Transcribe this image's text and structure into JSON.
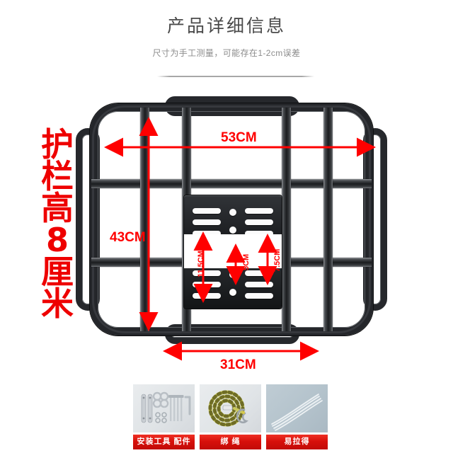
{
  "header": {
    "title": "产品详细信息",
    "subtitle": "尺寸为手工测量，可能存在1-2cm误差"
  },
  "vertical_caption": {
    "text": "护栏高8厘米",
    "color": "#ee0000"
  },
  "product": {
    "name": "后货架 / 载物架",
    "color": "#24262a"
  },
  "dimensions": {
    "accent_color": "#ff0000",
    "width_label": "53CM",
    "height_label": "43CM",
    "bottom_width_label": "31CM",
    "plate_outer_label": "11.5CM",
    "plate_inner_label": "5CM",
    "plate_mid_label": "7.5CM"
  },
  "accessories": [
    {
      "caption": "安装工具 配件",
      "art": "tools-icon"
    },
    {
      "caption": "绑 绳",
      "art": "rope-icon"
    },
    {
      "caption": "易拉得",
      "art": "elastic-strap-icon"
    }
  ],
  "accessory_caption_color": "#d7100b"
}
